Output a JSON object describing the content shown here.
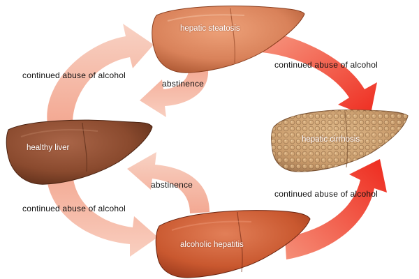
{
  "stages": {
    "healthy": "healthy liver",
    "steatosis": "hepatic steatosis",
    "hepatitis": "alcoholic hepatitis",
    "cirrhosis": "hepatic cirrhosis"
  },
  "transitions": {
    "healthy_to_steatosis": "continued abuse of alcohol",
    "steatosis_to_healthy": "abstinence",
    "healthy_to_hepatitis": "continued abuse of alcohol",
    "hepatitis_to_healthy": "abstinence",
    "steatosis_to_cirrhosis": "continued abuse of alcohol",
    "hepatitis_to_cirrhosis": "continued abuse of alcohol"
  },
  "colors": {
    "pale_arrow": "#f7b9a6",
    "red_arrow": "#ee2a1e",
    "healthy_liver": "#8a4a2e",
    "steatosis_liver": "#d9825a",
    "hepatitis_liver": "#c9582f",
    "cirrhosis_liver": "#c89a6a"
  }
}
